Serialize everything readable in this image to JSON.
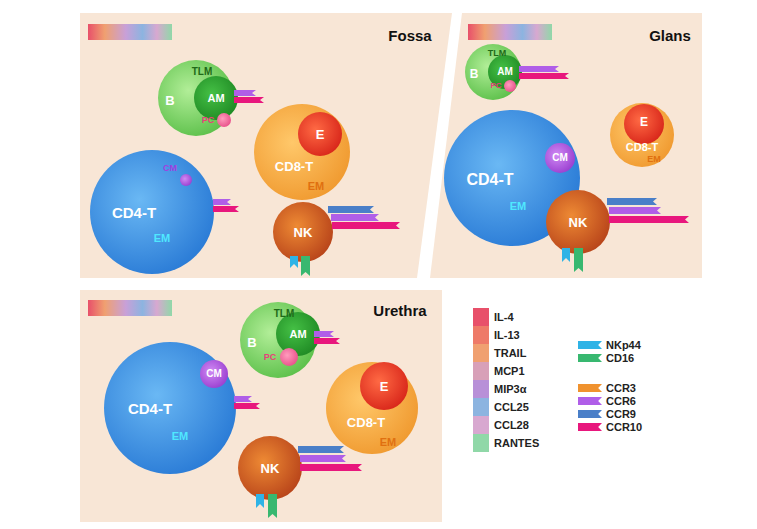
{
  "diagram": {
    "nodes": [
      {
        "text": [
          "Fossa"
        ]
      },
      {
        "text": [
          "TLM",
          "B"
        ],
        "in": 0
      },
      {
        "text": [
          "AM"
        ],
        "in": 1
      },
      {
        "text": [
          "PC"
        ],
        "in": 1
      },
      {
        "text": [
          "CD4-T",
          "EM"
        ],
        "in": 0
      },
      {
        "text": [
          "CM"
        ],
        "in": 4
      },
      {
        "text": [
          "CD8-T",
          "EM"
        ],
        "in": 0
      },
      {
        "text": [
          "E"
        ],
        "in": 6
      },
      {
        "text": [
          "NK"
        ],
        "in": 0
      },
      {
        "text": [
          "Glans"
        ]
      },
      {
        "text": [
          "TLM",
          "B"
        ],
        "in": 9
      },
      {
        "text": [
          "AM"
        ],
        "in": 10
      },
      {
        "text": [
          "PC"
        ],
        "in": 10
      },
      {
        "text": [
          "CD4-T",
          "EM"
        ],
        "in": 9
      },
      {
        "text": [
          "CM"
        ],
        "in": 13
      },
      {
        "text": [
          "CD8-T",
          "EM"
        ],
        "in": 9
      },
      {
        "text": [
          "E"
        ],
        "in": 15
      },
      {
        "text": [
          "NK"
        ],
        "in": 9
      },
      {
        "text": [
          "Urethra"
        ]
      },
      {
        "text": [
          "TLM",
          "B"
        ],
        "in": 18
      },
      {
        "text": [
          "AM"
        ],
        "in": 19
      },
      {
        "text": [
          "PC"
        ],
        "in": 19
      },
      {
        "text": [
          "CD4-T",
          "EM"
        ],
        "in": 18
      },
      {
        "text": [
          "CM"
        ],
        "in": 22
      },
      {
        "text": [
          "CD8-T",
          "EM"
        ],
        "in": 18
      },
      {
        "text": [
          "E"
        ],
        "in": 24
      },
      {
        "text": [
          "NK"
        ],
        "in": 18
      }
    ],
    "legend": [
      {
        "text": "IL-4",
        "color": "#e8506a"
      },
      {
        "text": "IL-13",
        "color": "#ee7a68"
      },
      {
        "text": "TRAIL",
        "color": "#f0a070"
      },
      {
        "text": "MCP1",
        "color": "#d8a0b8"
      },
      {
        "text": "MIP3α",
        "color": "#b890d8"
      },
      {
        "text": "CCL25",
        "color": "#8cb4e0"
      },
      {
        "text": "CCL28",
        "color": "#d8a8d0"
      },
      {
        "text": "RANTES",
        "color": "#90d8a8"
      },
      {
        "text": "NKp44",
        "color": "#2fb3e6"
      },
      {
        "text": "CD16",
        "color": "#38b870"
      },
      {
        "text": "CCR3",
        "color": "#f0922e"
      },
      {
        "text": "CCR6",
        "color": "#b05ee8"
      },
      {
        "text": "CCR9",
        "color": "#4a7fc8"
      },
      {
        "text": "CCR10",
        "color": "#e8177d"
      }
    ]
  }
}
